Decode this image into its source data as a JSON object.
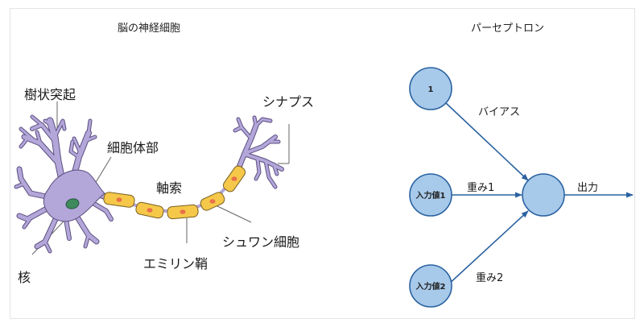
{
  "neuron": {
    "title": "脳の神経細胞",
    "labels": {
      "dendrite": "樹状突起",
      "soma": "細胞体部",
      "synapse": "シナプス",
      "axon": "軸索",
      "schwann": "シュワン細胞",
      "myelin": "エミリン鞘",
      "nucleus": "核"
    },
    "colors": {
      "cell": "#b3a6d9",
      "cell_stroke": "#5b4f80",
      "nucleus": "#3f8a5c",
      "sheath": "#f5c84a",
      "sheath_stroke": "#7a6022",
      "dot": "#e9704a"
    }
  },
  "perceptron": {
    "title": "パーセプトロン",
    "nodes": {
      "bias": "1",
      "input1": "入力値1",
      "input2": "入力値2",
      "output": ""
    },
    "edges": {
      "bias": "バイアス",
      "weight1": "重み1",
      "weight2": "重み2",
      "output": "出力"
    },
    "colors": {
      "node_fill": "#a7c9ea",
      "node_stroke": "#2a62a0",
      "edge": "#2a62a0"
    }
  }
}
